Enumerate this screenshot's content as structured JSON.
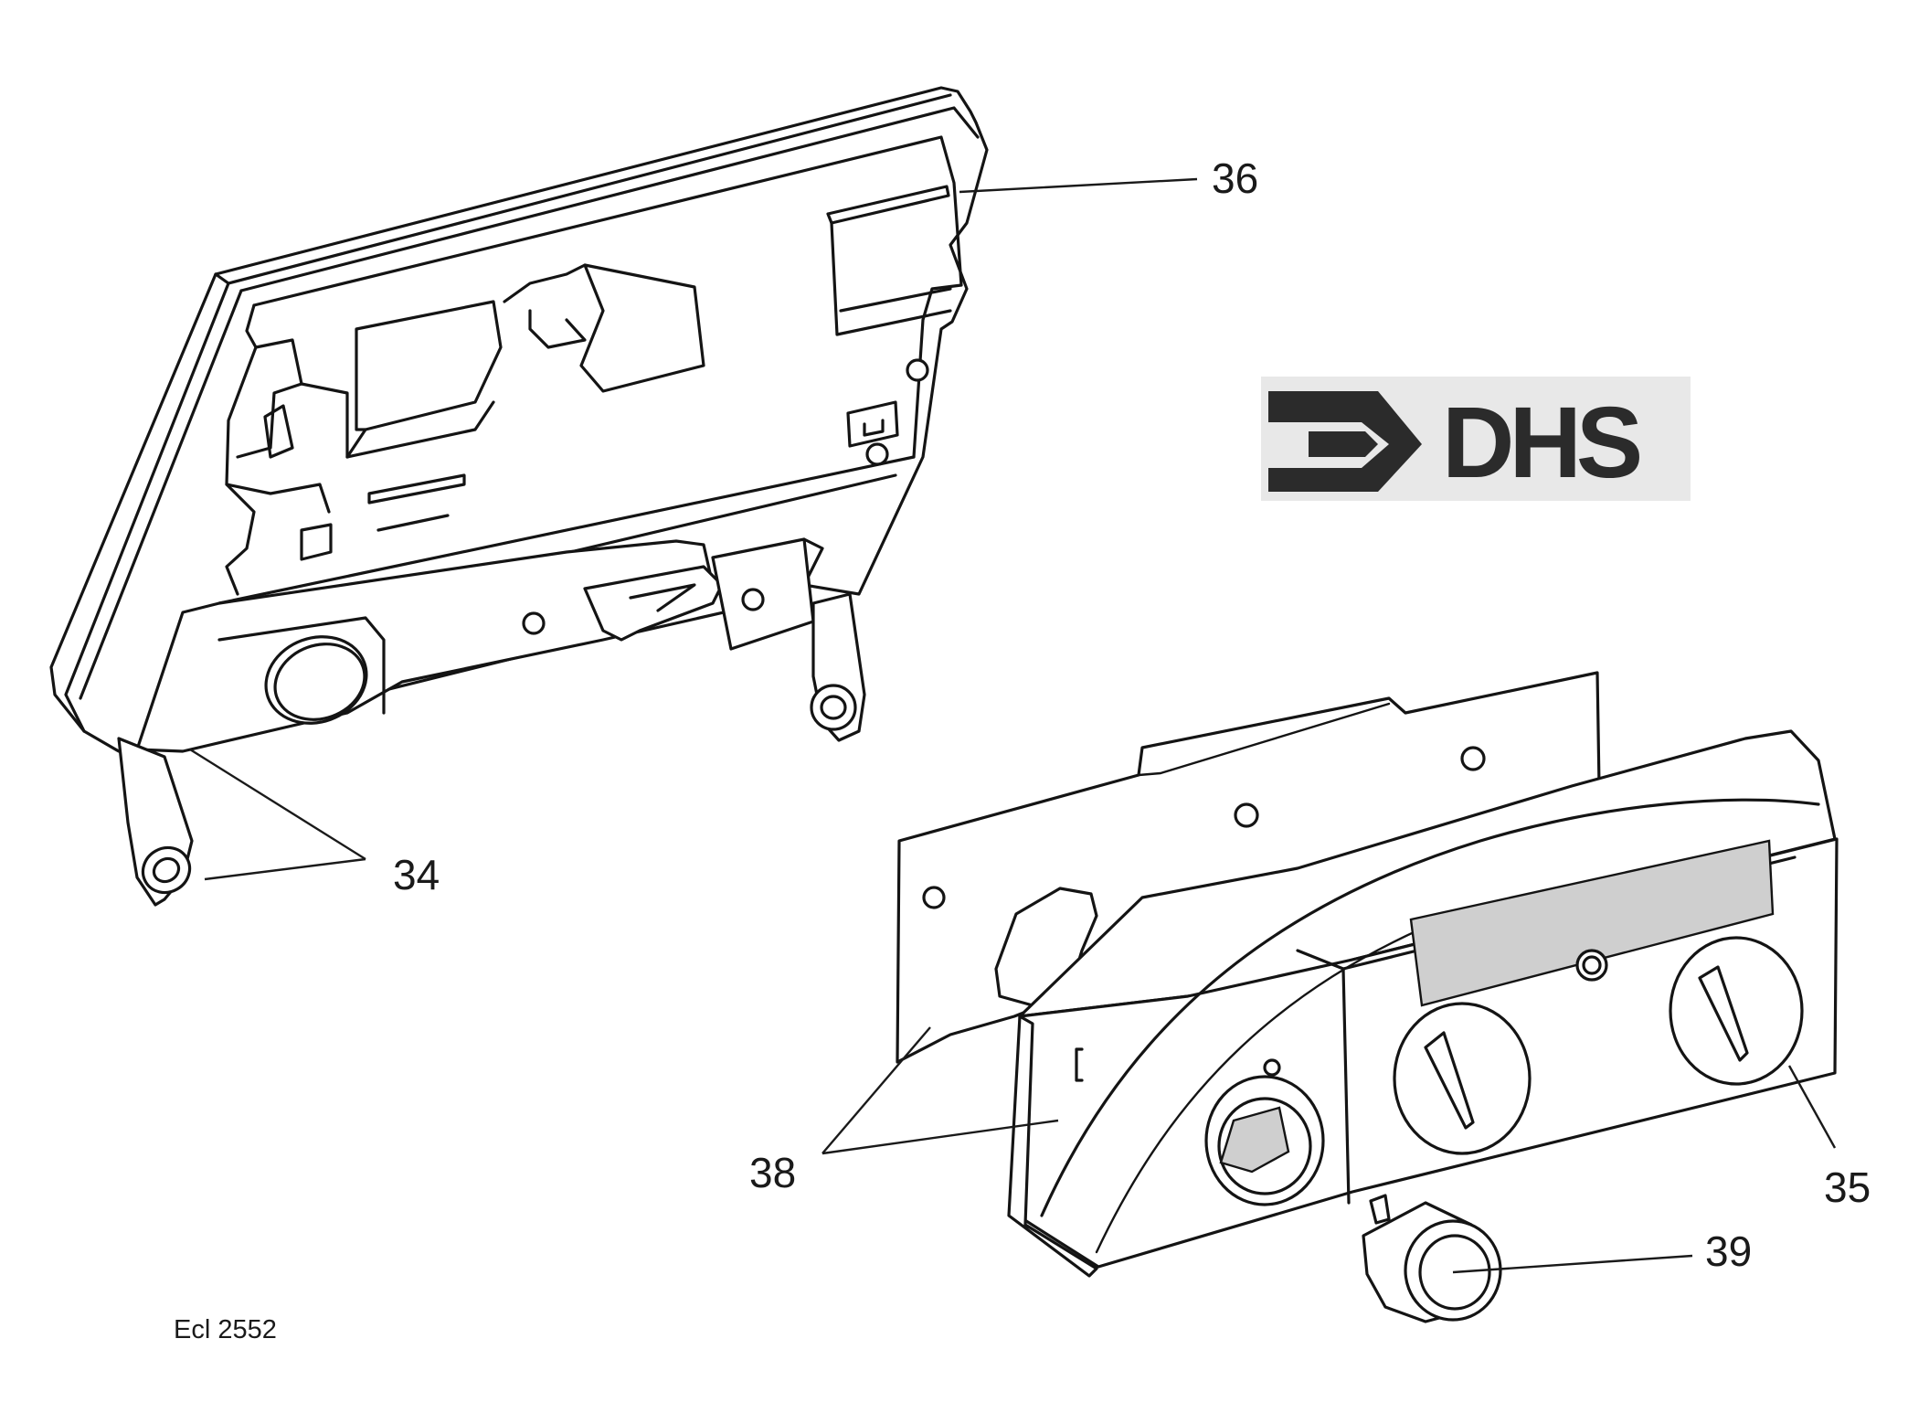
{
  "callouts": {
    "c36": "36",
    "c34": "34",
    "c38": "38",
    "c35": "35",
    "c39": "39"
  },
  "reference": "Ecl 2552",
  "logo": {
    "text": "DHS",
    "color": "#2b2b2b"
  }
}
